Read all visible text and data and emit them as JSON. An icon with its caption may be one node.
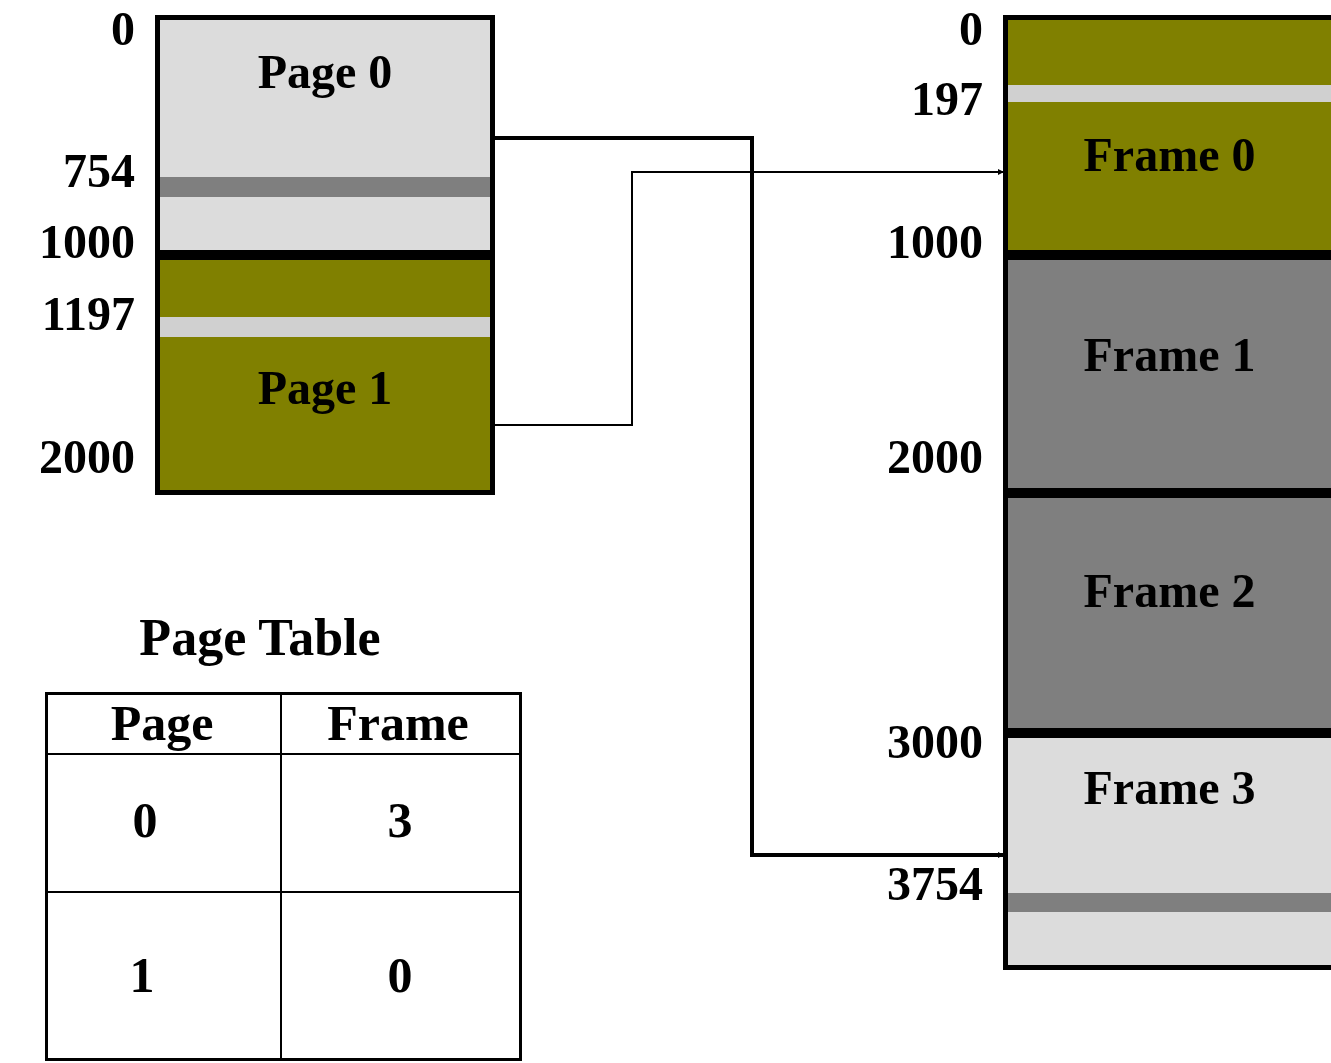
{
  "diagram": {
    "nodes": [
      {
        "text": [
          "Page 0"
        ]
      },
      {
        "text": [
          "Page 1"
        ]
      },
      {
        "text": [
          "Frame 0"
        ]
      },
      {
        "text": [
          "Frame 1"
        ]
      },
      {
        "text": [
          "Frame 2"
        ]
      },
      {
        "text": [
          "Frame 3"
        ]
      }
    ],
    "edges": [
      {
        "from": 0,
        "to": 5,
        "arrow": "to",
        "style": "thick"
      },
      {
        "from": 1,
        "to": 2,
        "arrow": "to"
      }
    ],
    "labels": [
      "0",
      "754",
      "1000",
      "1197",
      "2000",
      "0",
      "197",
      "1000",
      "2000",
      "3000",
      "3754",
      "Page Table",
      "Page",
      "Frame",
      "0",
      "3",
      "1",
      "0"
    ]
  }
}
